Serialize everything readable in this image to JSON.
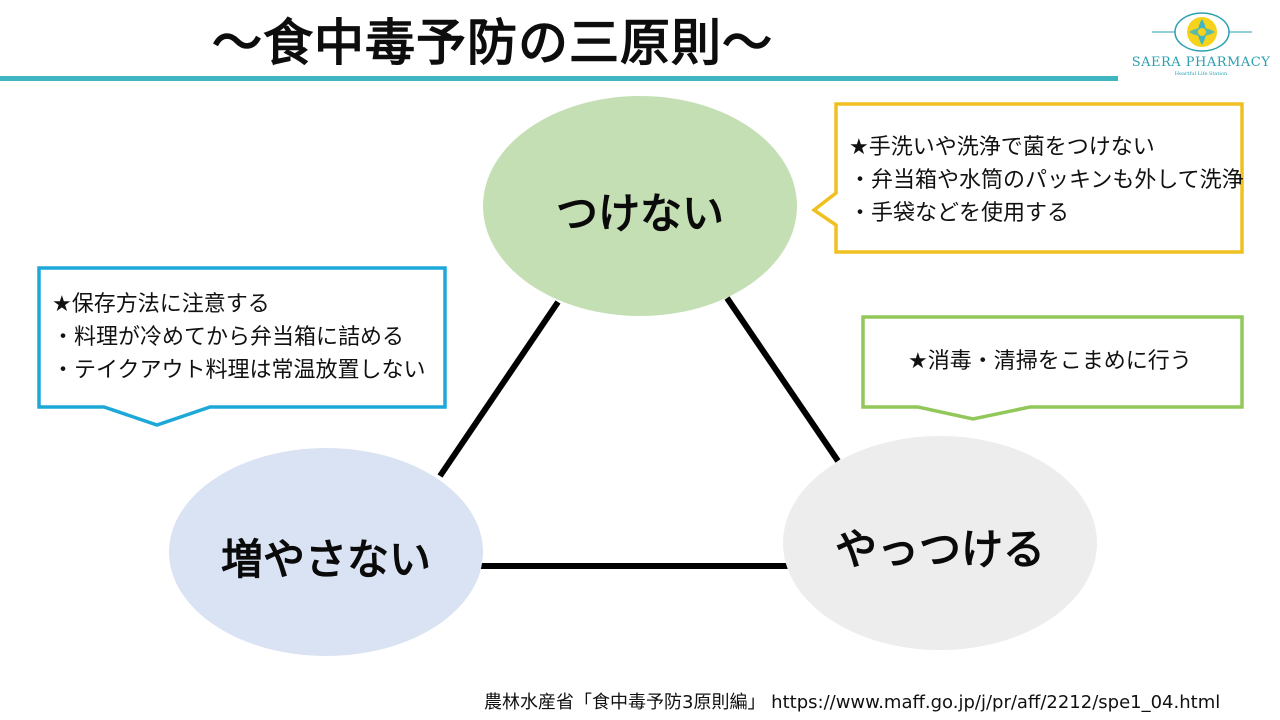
{
  "title": "～食中毒予防の三原則～",
  "logo": {
    "name": "SAERA PHARMACY",
    "tagline": "Heartful Life Station"
  },
  "principles": [
    {
      "label": "つけない"
    },
    {
      "label": "増やさない"
    },
    {
      "label": "やっつける"
    }
  ],
  "notes": {
    "tsukenai": [
      "★手洗いや洗浄で菌をつけない",
      "・弁当箱や水筒のパッキンも外して洗浄",
      "・手袋などを使用する"
    ],
    "fuyasanai": [
      "★保存方法に注意する",
      "・料理が冷めてから弁当箱に詰める",
      "・テイクアウト料理は常温放置しない"
    ],
    "yattsukeru": [
      "★消毒・清掃をこまめに行う"
    ]
  },
  "source": "農林水産省「食中毒予防3原則編」 https://www.maff.go.jp/j/pr/aff/2212/spe1_04.html",
  "colors": {
    "title_rule": "#3fb6c2",
    "tsukenai_fill": "#c5dfb4",
    "fuyasanai_fill": "#dae3f3",
    "yattsukeru_fill": "#ededed",
    "tsukenai_border": "#f0c020",
    "fuyasanai_border": "#1ea8d8",
    "yattsukeru_border": "#92c85a"
  }
}
